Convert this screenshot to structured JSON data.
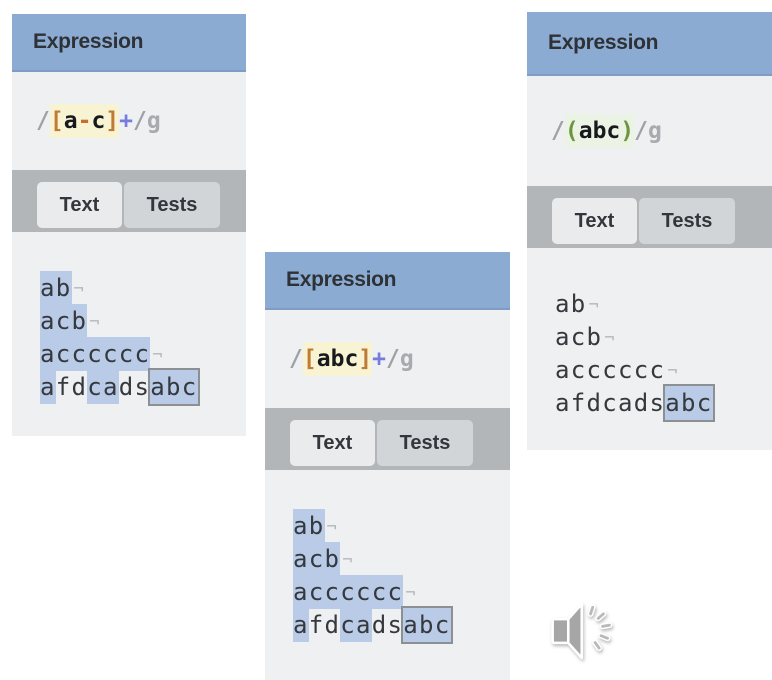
{
  "newline_symbol": "¬",
  "audio_icon": "speaker-with-sound-waves",
  "colors": {
    "header_blue": "#8cabd2",
    "panel_bg": "#eef0f2",
    "tabbar_gray": "#b3b6b9",
    "active_tab": "#e9ebec",
    "inactive_tab": "#d2d5d7",
    "match_highlight": "#b9cbe7",
    "active_match_border": "#8d9093",
    "charclass_highlight": "#f7f3d3",
    "group_highlight": "#eaf3e4",
    "bracket_orange": "#bf7b35",
    "paren_green": "#6f9440",
    "quantifier_violet": "#767be0",
    "delimiter_gray": "#9ea2a6"
  },
  "panels": [
    {
      "header": "Expression",
      "regex_full": "/[a-c]+/g",
      "regex_tokens": [
        {
          "text": "/",
          "style": "slash",
          "bg": null
        },
        {
          "text": "[",
          "style": "bracket",
          "bg": "yellow"
        },
        {
          "text": "a",
          "style": "literal",
          "bg": "yellow"
        },
        {
          "text": "-",
          "style": "dash",
          "bg": "yellow"
        },
        {
          "text": "c",
          "style": "literal",
          "bg": "yellow"
        },
        {
          "text": "]",
          "style": "bracket",
          "bg": "yellow"
        },
        {
          "text": "+",
          "style": "quant",
          "bg": null
        },
        {
          "text": "/",
          "style": "slash",
          "bg": null
        },
        {
          "text": "g",
          "style": "flag",
          "bg": null
        }
      ],
      "tabs": [
        {
          "label": "Text",
          "active": true
        },
        {
          "label": "Tests",
          "active": false
        }
      ],
      "lines": [
        {
          "segments": [
            {
              "text": "ab",
              "type": "match"
            }
          ],
          "newline": true
        },
        {
          "segments": [
            {
              "text": "acb",
              "type": "match"
            }
          ],
          "newline": true
        },
        {
          "segments": [
            {
              "text": "acccccc",
              "type": "match"
            }
          ],
          "newline": true
        },
        {
          "segments": [
            {
              "text": "a",
              "type": "match"
            },
            {
              "text": "fd",
              "type": "plain"
            },
            {
              "text": "ca",
              "type": "match"
            },
            {
              "text": "ds",
              "type": "plain"
            },
            {
              "text": "abc",
              "type": "match-active"
            }
          ],
          "newline": false
        }
      ]
    },
    {
      "header": "Expression",
      "regex_full": "/[abc]+/g",
      "regex_tokens": [
        {
          "text": "/",
          "style": "slash",
          "bg": null
        },
        {
          "text": "[",
          "style": "bracket",
          "bg": "yellow"
        },
        {
          "text": "a",
          "style": "literal",
          "bg": "yellow"
        },
        {
          "text": "b",
          "style": "literal",
          "bg": "yellow"
        },
        {
          "text": "c",
          "style": "literal",
          "bg": "yellow"
        },
        {
          "text": "]",
          "style": "bracket",
          "bg": "yellow"
        },
        {
          "text": "+",
          "style": "quant",
          "bg": null
        },
        {
          "text": "/",
          "style": "slash",
          "bg": null
        },
        {
          "text": "g",
          "style": "flag",
          "bg": null
        }
      ],
      "tabs": [
        {
          "label": "Text",
          "active": true
        },
        {
          "label": "Tests",
          "active": false
        }
      ],
      "lines": [
        {
          "segments": [
            {
              "text": "ab",
              "type": "match"
            }
          ],
          "newline": true
        },
        {
          "segments": [
            {
              "text": "acb",
              "type": "match"
            }
          ],
          "newline": true
        },
        {
          "segments": [
            {
              "text": "acccccc",
              "type": "match"
            }
          ],
          "newline": true
        },
        {
          "segments": [
            {
              "text": "a",
              "type": "match"
            },
            {
              "text": "fd",
              "type": "plain"
            },
            {
              "text": "ca",
              "type": "match"
            },
            {
              "text": "ds",
              "type": "plain"
            },
            {
              "text": "abc",
              "type": "match-active"
            }
          ],
          "newline": false
        }
      ]
    },
    {
      "header": "Expression",
      "regex_full": "/(abc)/g",
      "regex_tokens": [
        {
          "text": "/",
          "style": "slash",
          "bg": null
        },
        {
          "text": "(",
          "style": "paren",
          "bg": "green"
        },
        {
          "text": "abc",
          "style": "literal",
          "bg": "green"
        },
        {
          "text": ")",
          "style": "paren",
          "bg": "green"
        },
        {
          "text": "/",
          "style": "slash",
          "bg": null
        },
        {
          "text": "g",
          "style": "flag",
          "bg": null
        }
      ],
      "tabs": [
        {
          "label": "Text",
          "active": true
        },
        {
          "label": "Tests",
          "active": false
        }
      ],
      "lines": [
        {
          "segments": [
            {
              "text": "ab",
              "type": "plain"
            }
          ],
          "newline": true
        },
        {
          "segments": [
            {
              "text": "acb",
              "type": "plain"
            }
          ],
          "newline": true
        },
        {
          "segments": [
            {
              "text": "acccccc",
              "type": "plain"
            }
          ],
          "newline": true
        },
        {
          "segments": [
            {
              "text": "afdcads",
              "type": "plain"
            },
            {
              "text": "abc",
              "type": "match-active"
            }
          ],
          "newline": false
        }
      ]
    }
  ]
}
